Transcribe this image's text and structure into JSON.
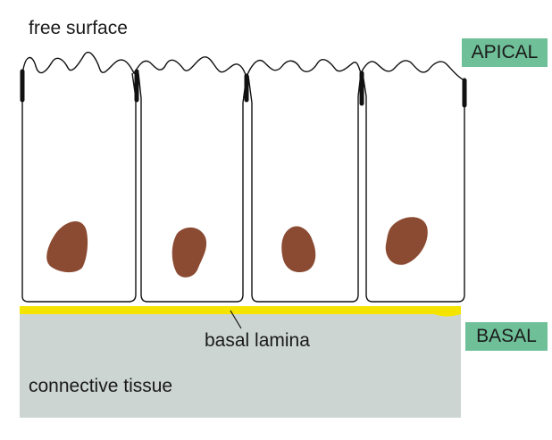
{
  "labels": {
    "free_surface": "free surface",
    "basal_lamina": "basal lamina",
    "connective_tissue": "connective tissue"
  },
  "tags": {
    "apical": "APICAL",
    "basal": "BASAL"
  },
  "colors": {
    "tag_bg": "#6fbf98",
    "nucleus": "#8b4a32",
    "basal_lamina": "#f5e400",
    "connective_tissue": "#ccd5d1",
    "outline": "#111111",
    "junction": "#111111"
  }
}
